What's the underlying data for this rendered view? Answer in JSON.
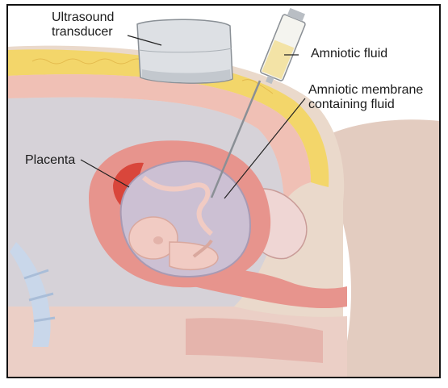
{
  "labels": {
    "ultrasound_transducer": "Ultrasound\ntransducer",
    "amniotic_fluid": "Amniotic fluid",
    "amniotic_membrane": "Amniotic membrane\ncontaining fluid",
    "placenta": "Placenta"
  },
  "colors": {
    "skin": "#ead9cb",
    "fat": "#f3d66a",
    "muscle": "#f0c0b5",
    "uterus": "#e7948d",
    "placenta": "#d9463b",
    "fluid": "#ccc0d3",
    "fetus": "#f1cbc3",
    "bone": "#c9d7ea",
    "leader": "#222222"
  }
}
